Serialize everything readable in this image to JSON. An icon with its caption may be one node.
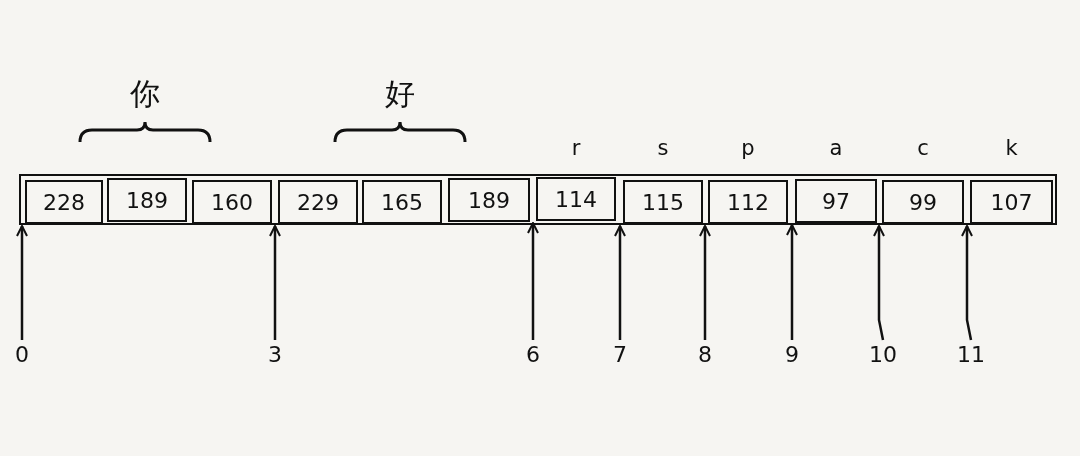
{
  "diagram": {
    "nodes": [
      {
        "text": [
          "228"
        ]
      },
      {
        "text": [
          "189"
        ]
      },
      {
        "text": [
          "160"
        ]
      },
      {
        "text": [
          "229"
        ]
      },
      {
        "text": [
          "165"
        ]
      },
      {
        "text": [
          "189"
        ]
      },
      {
        "text": [
          "114"
        ],
        "beside": [
          "r"
        ]
      },
      {
        "text": [
          "115"
        ],
        "beside": [
          "s"
        ]
      },
      {
        "text": [
          "112"
        ],
        "beside": [
          "p"
        ]
      },
      {
        "text": [
          "97"
        ],
        "beside": [
          "a"
        ]
      },
      {
        "text": [
          "99"
        ],
        "beside": [
          "c"
        ]
      },
      {
        "text": [
          "107"
        ],
        "beside": [
          "k"
        ]
      },
      {
        "text": [
          "0"
        ]
      },
      {
        "text": [
          "3"
        ]
      },
      {
        "text": [
          "6"
        ]
      },
      {
        "text": [
          "7"
        ]
      },
      {
        "text": [
          "8"
        ]
      },
      {
        "text": [
          "9"
        ]
      },
      {
        "text": [
          "10"
        ]
      },
      {
        "text": [
          "11"
        ]
      }
    ],
    "edges": [
      {
        "from": 12,
        "to": 0,
        "arrow": "to"
      },
      {
        "from": 13,
        "to": 3,
        "arrow": "to"
      },
      {
        "from": 14,
        "to": 6,
        "arrow": "to"
      },
      {
        "from": 15,
        "to": 7,
        "arrow": "to"
      },
      {
        "from": 16,
        "to": 8,
        "arrow": "to"
      },
      {
        "from": 17,
        "to": 9,
        "arrow": "to"
      },
      {
        "from": 18,
        "to": 10,
        "arrow": "to"
      },
      {
        "from": 19,
        "to": 11,
        "arrow": "to"
      }
    ],
    "labels": [
      "你",
      "好"
    ]
  }
}
